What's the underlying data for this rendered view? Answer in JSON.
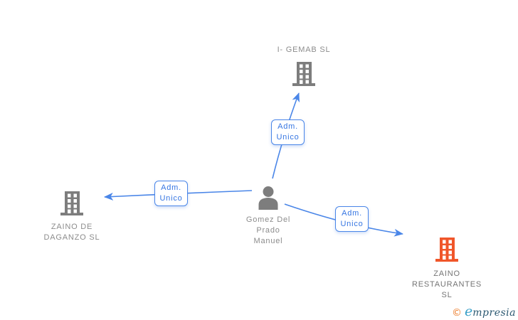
{
  "colors": {
    "edge_blue": "#4A86E8",
    "edge_label_text_blue": "#3575E2",
    "icon_gray": "#7D7D7D",
    "icon_orange": "#F0562A",
    "label_text_gray": "#8C8C8C"
  },
  "nodes": {
    "company_top": {
      "label_line1": "I- GEMAB SL"
    },
    "company_left": {
      "label_line1": "ZAINO DE",
      "label_line2": "DAGANZO SL"
    },
    "company_right": {
      "label_line1": "ZAINO",
      "label_line2": "RESTAURANTES",
      "label_line3": "SL"
    },
    "person": {
      "label_line1": "Gomez Del",
      "label_line2": "Prado",
      "label_line3": "Manuel"
    }
  },
  "edges": {
    "to_top": {
      "label_line1": "Adm.",
      "label_line2": "Unico"
    },
    "to_left": {
      "label_line1": "Adm.",
      "label_line2": "Unico"
    },
    "to_right": {
      "label_line1": "Adm.",
      "label_line2": "Unico"
    }
  },
  "watermark": {
    "copyright": "©",
    "brand_initial": "e",
    "brand_rest": "mpresia"
  }
}
